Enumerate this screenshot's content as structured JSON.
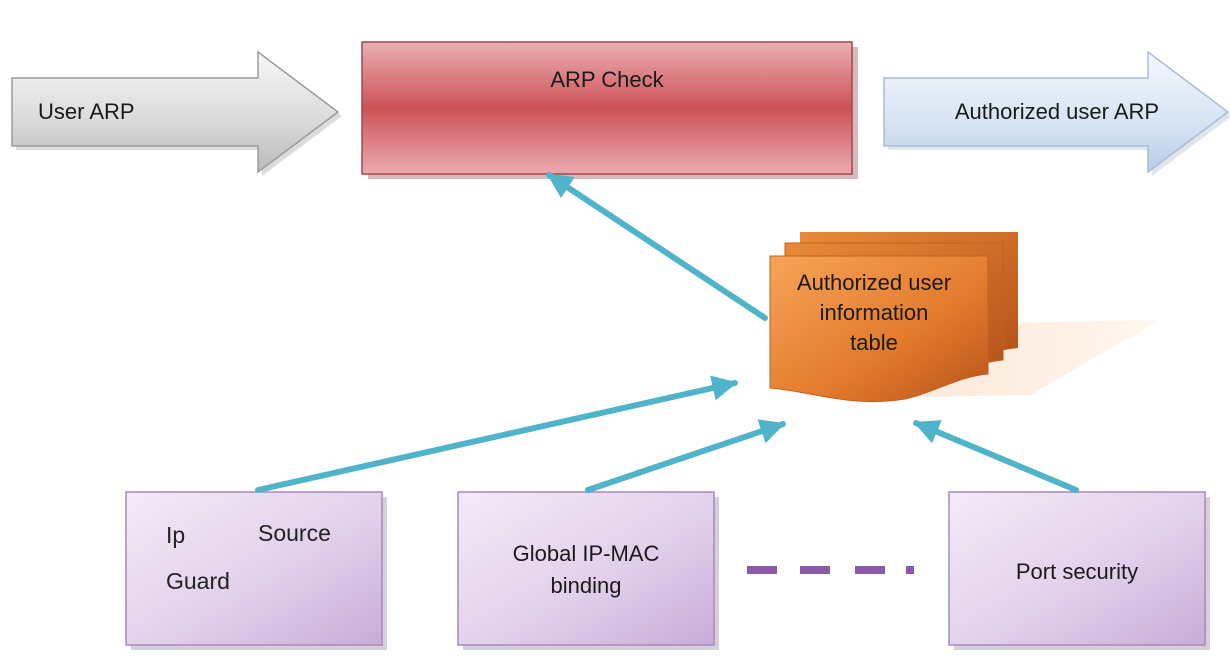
{
  "nodes": {
    "user_arp": "User ARP",
    "arp_check": "ARP Check",
    "authorized_user_arp": "Authorized user ARP",
    "info_table": {
      "line1": "Authorized user",
      "line2": "information",
      "line3": "table"
    },
    "ip_source_guard": {
      "word1": "Ip",
      "word2": "Source",
      "word3": "Guard"
    },
    "global_ip_mac_binding": {
      "line1": "Global IP-MAC",
      "line2": "binding"
    },
    "port_security": "Port security"
  },
  "colors": {
    "arp_check_fill": "#d15a5e",
    "input_arrow_fill": "#e4e4e4",
    "output_arrow_fill": "#dce8f6",
    "table_fill": "#e0782a",
    "source_box_fill": "#e6d6ee",
    "connector": "#4fb3c9",
    "dash": "#8a5aa8"
  }
}
